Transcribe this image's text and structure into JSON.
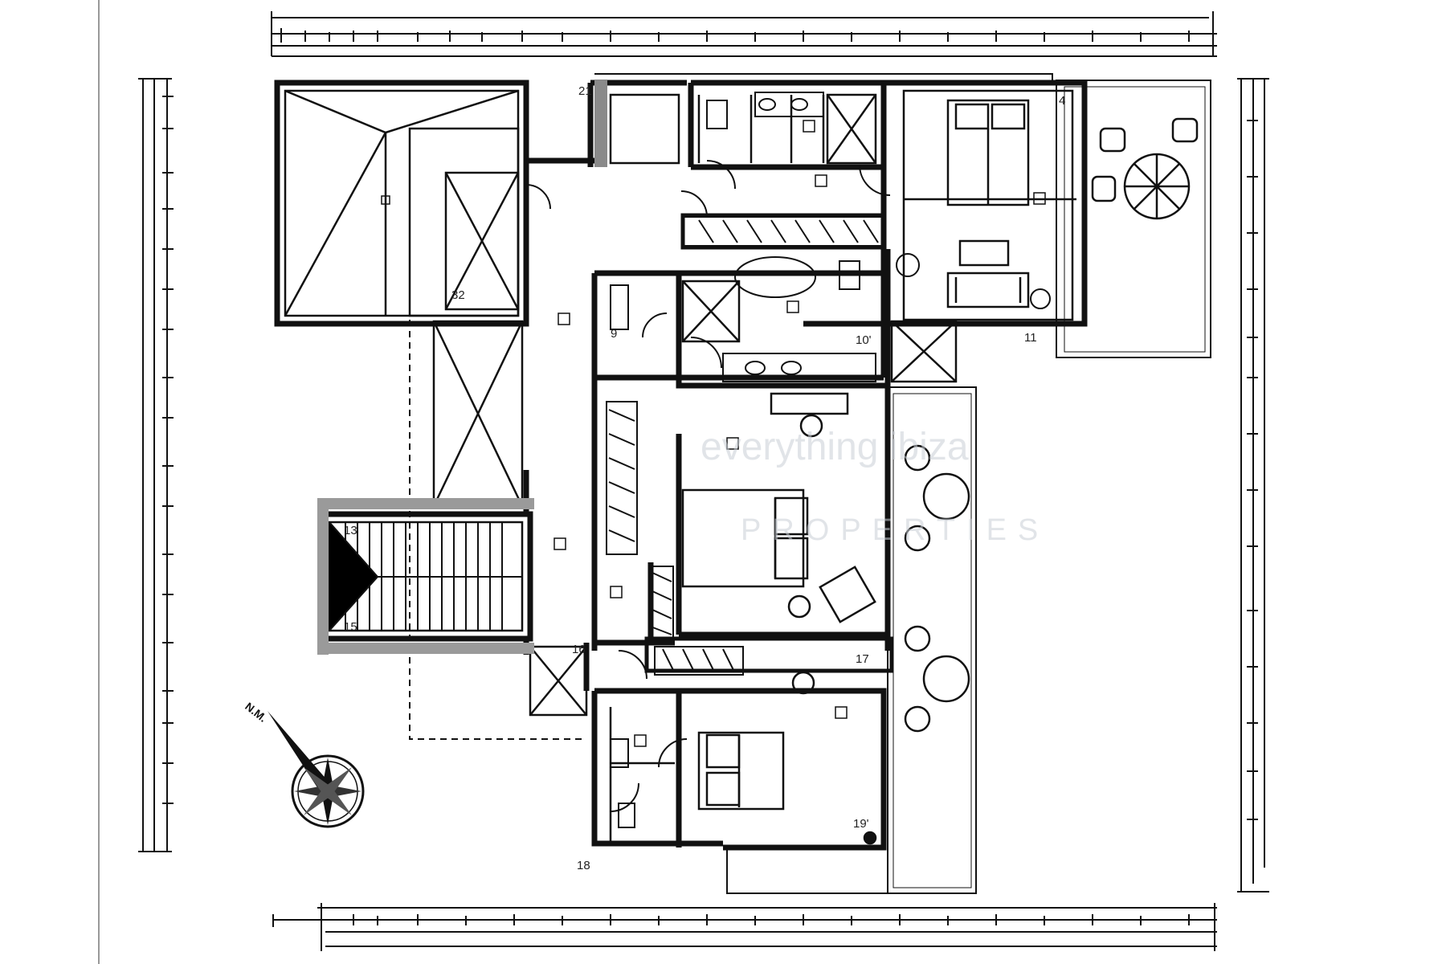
{
  "plan": {
    "room_numbers": [
      "21",
      "4",
      "32",
      "9",
      "10'",
      "11",
      "13",
      "15",
      "16",
      "17",
      "18",
      "19'"
    ],
    "north_label": "N.M.",
    "watermark": {
      "line1": "everything ibiza",
      "line2": "PROPERTIES"
    },
    "colors": {
      "line": "#111111",
      "fill_dark": "#333333",
      "fill_grey": "#8a8a8a"
    }
  }
}
